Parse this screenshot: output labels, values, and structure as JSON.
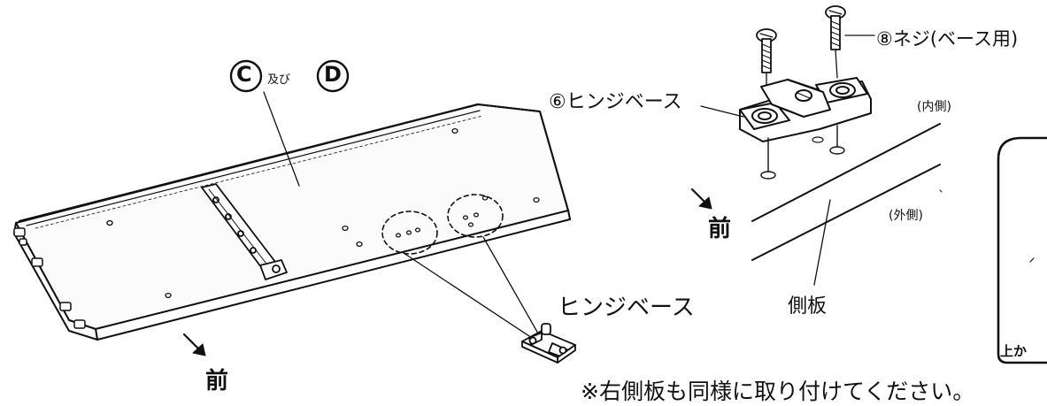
{
  "labels": {
    "panel_parts": {
      "c_letter": "C",
      "conjunction": "及び",
      "d_letter": "D"
    },
    "front": "前",
    "front_right": "前",
    "hinge_base_6": "⑥ヒンジベース",
    "screw_8": "⑧ネジ(ベース用)",
    "inner_side": "(内側)",
    "outer_side": "(外側)",
    "side_panel": "側板",
    "hinge_base": "ヒンジベース",
    "note": "※右側板も同様に取り付けてください。",
    "top_from": "上か"
  },
  "colors": {
    "ink": "#111111",
    "paper": "#ffffff",
    "panel_face": "#fbfbfb"
  },
  "icons": {
    "front_arrow": "arrow-down-right-icon",
    "screw": "screw-icon",
    "hinge": "hinge-base-icon"
  }
}
